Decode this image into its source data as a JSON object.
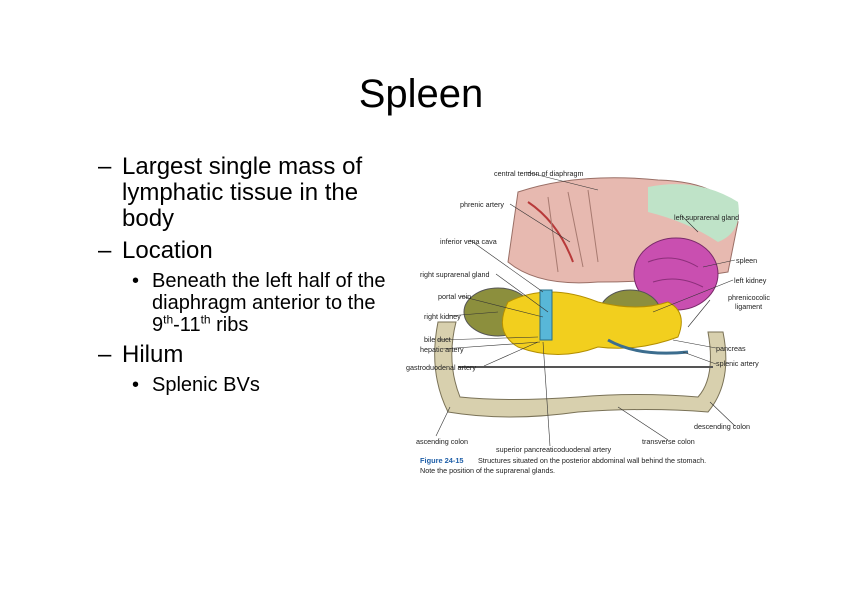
{
  "title": "Spleen",
  "bullets": {
    "b1": "Largest single mass of lymphatic tissue in the body",
    "b2": "Location",
    "b2_sub1": {
      "a": "Beneath the left half of the diaphragm anterior to the 9",
      "sup1": "th",
      "mid": "-11",
      "sup2": "th",
      "end": " ribs"
    },
    "b3": "Hilum",
    "b3_sub1": "Splenic BVs",
    "dash": "–",
    "dot": "•"
  },
  "figure": {
    "labels": {
      "central_tendon": "central tendon of diaphragm",
      "phrenic_artery": "phrenic artery",
      "left_suprarenal": "left suprarenal gland",
      "ivc": "inferior vena cava",
      "spleen": "spleen",
      "right_suprarenal": "right suprarenal gland",
      "left_kidney": "left kidney",
      "portal_vein": "portal vein",
      "phrenicocolic1": "phrenicocolic",
      "phrenicocolic2": "ligament",
      "right_kidney": "right kidney",
      "bile_duct": "bile duct",
      "hepatic_artery": "hepatic artery",
      "pancreas": "pancreas",
      "gastroduodenal": "gastroduodenal artery",
      "splenic_artery": "splenic artery",
      "descending_colon": "descending colon",
      "ascending_colon": "ascending colon",
      "transverse_colon": "transverse colon",
      "sup_pancreatico": "superior pancreaticoduodenal artery"
    },
    "caption_num": "Figure 24-15",
    "caption_text1": "Structures situated on the posterior abdominal wall behind the stomach.",
    "caption_text2": "Note the position of the suprarenal glands.",
    "colors": {
      "caption_accent": "#1f5fa8",
      "spleen": "#c94fb0",
      "pancreas": "#f2cf1e",
      "colon": "#cdc4a2",
      "diaphragm": "#d9a49c",
      "kidney": "#8a8a3a"
    }
  }
}
